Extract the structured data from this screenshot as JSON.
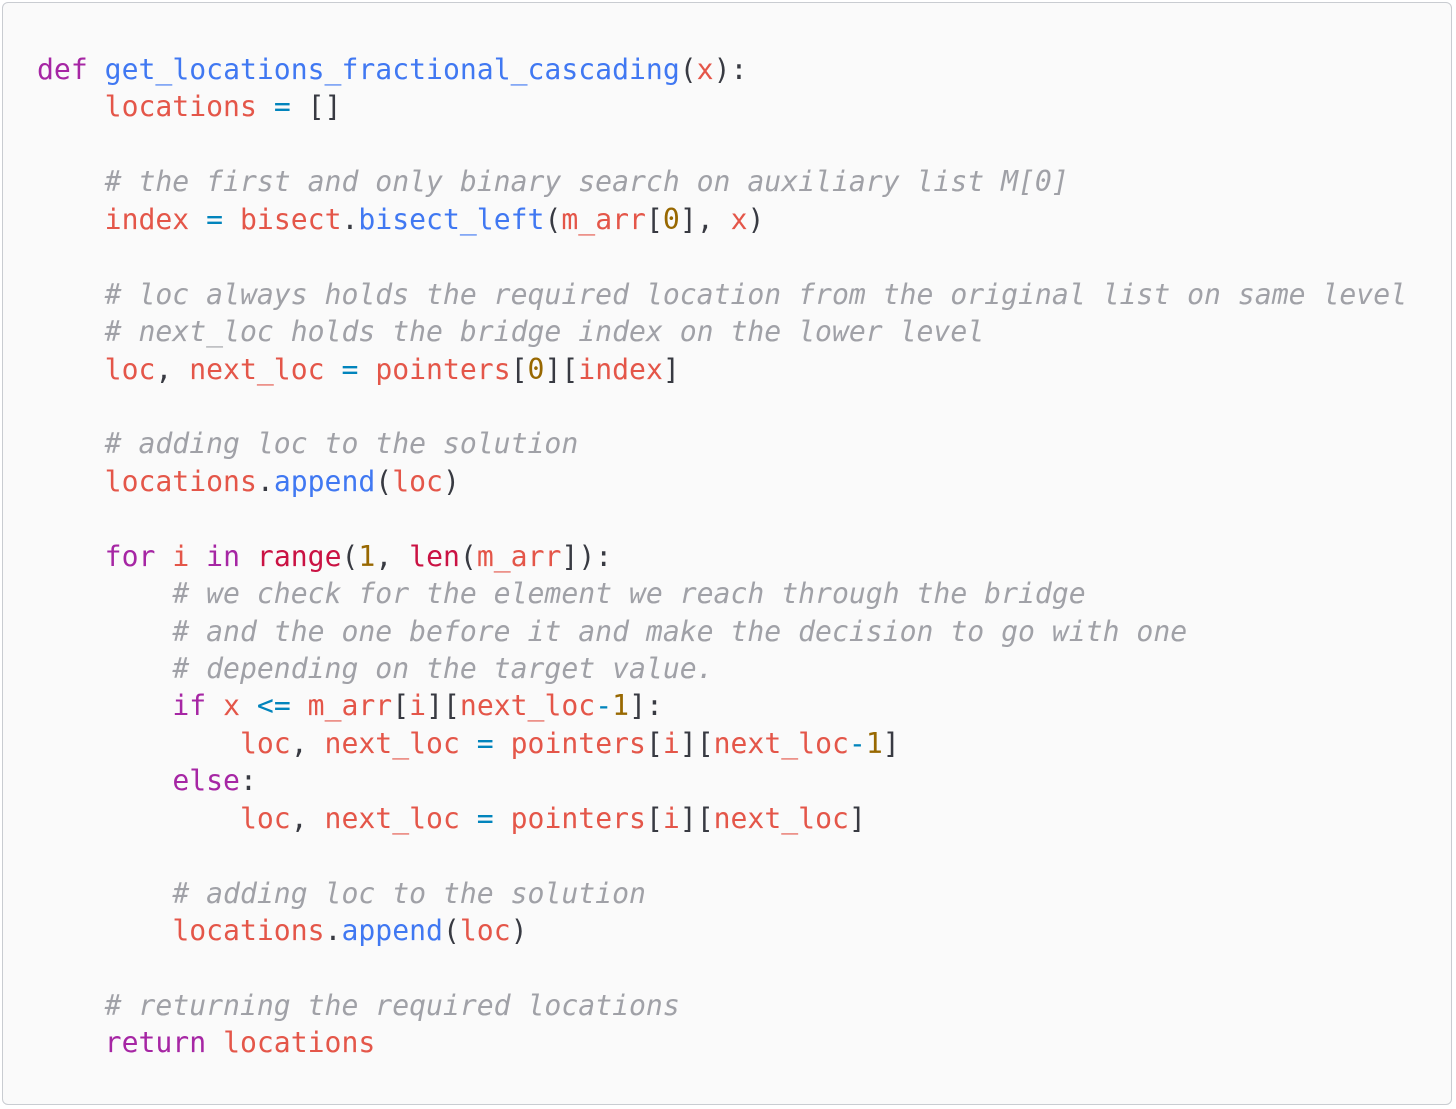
{
  "lines": [
    [
      [
        "k",
        "def"
      ],
      [
        "p",
        " "
      ],
      [
        "f",
        "get_locations_fractional_cascading"
      ],
      [
        "p",
        "("
      ],
      [
        "v",
        "x"
      ],
      [
        "p",
        "):"
      ]
    ],
    [
      [
        "p",
        "    "
      ],
      [
        "v",
        "locations"
      ],
      [
        "p",
        " "
      ],
      [
        "o",
        "="
      ],
      [
        "p",
        " []"
      ]
    ],
    [],
    [
      [
        "p",
        "    "
      ],
      [
        "c",
        "# the first and only binary search on auxiliary list M[0]"
      ]
    ],
    [
      [
        "p",
        "    "
      ],
      [
        "v",
        "index"
      ],
      [
        "p",
        " "
      ],
      [
        "o",
        "="
      ],
      [
        "p",
        " "
      ],
      [
        "v",
        "bisect"
      ],
      [
        "p",
        "."
      ],
      [
        "f",
        "bisect_left"
      ],
      [
        "p",
        "("
      ],
      [
        "v",
        "m_arr"
      ],
      [
        "p",
        "["
      ],
      [
        "n",
        "0"
      ],
      [
        "p",
        "], "
      ],
      [
        "v",
        "x"
      ],
      [
        "p",
        ")"
      ]
    ],
    [],
    [
      [
        "p",
        "    "
      ],
      [
        "c",
        "# loc always holds the required location from the original list on same level"
      ]
    ],
    [
      [
        "p",
        "    "
      ],
      [
        "c",
        "# next_loc holds the bridge index on the lower level"
      ]
    ],
    [
      [
        "p",
        "    "
      ],
      [
        "v",
        "loc"
      ],
      [
        "p",
        ", "
      ],
      [
        "v",
        "next_loc"
      ],
      [
        "p",
        " "
      ],
      [
        "o",
        "="
      ],
      [
        "p",
        " "
      ],
      [
        "v",
        "pointers"
      ],
      [
        "p",
        "["
      ],
      [
        "n",
        "0"
      ],
      [
        "p",
        "]["
      ],
      [
        "v",
        "index"
      ],
      [
        "p",
        "]"
      ]
    ],
    [],
    [
      [
        "p",
        "    "
      ],
      [
        "c",
        "# adding loc to the solution"
      ]
    ],
    [
      [
        "p",
        "    "
      ],
      [
        "v",
        "locations"
      ],
      [
        "p",
        "."
      ],
      [
        "f",
        "append"
      ],
      [
        "p",
        "("
      ],
      [
        "v",
        "loc"
      ],
      [
        "p",
        ")"
      ]
    ],
    [],
    [
      [
        "p",
        "    "
      ],
      [
        "k",
        "for"
      ],
      [
        "p",
        " "
      ],
      [
        "v",
        "i"
      ],
      [
        "p",
        " "
      ],
      [
        "k",
        "in"
      ],
      [
        "p",
        " "
      ],
      [
        "b",
        "range"
      ],
      [
        "p",
        "("
      ],
      [
        "n",
        "1"
      ],
      [
        "p",
        ", "
      ],
      [
        "b",
        "len"
      ],
      [
        "p",
        "("
      ],
      [
        "v",
        "m_arr"
      ],
      [
        "p",
        "]):"
      ]
    ],
    [
      [
        "p",
        "        "
      ],
      [
        "c",
        "# we check for the element we reach through the bridge"
      ]
    ],
    [
      [
        "p",
        "        "
      ],
      [
        "c",
        "# and the one before it and make the decision to go with one"
      ]
    ],
    [
      [
        "p",
        "        "
      ],
      [
        "c",
        "# depending on the target value."
      ]
    ],
    [
      [
        "p",
        "        "
      ],
      [
        "k",
        "if"
      ],
      [
        "p",
        " "
      ],
      [
        "v",
        "x"
      ],
      [
        "p",
        " "
      ],
      [
        "o",
        "<="
      ],
      [
        "p",
        " "
      ],
      [
        "v",
        "m_arr"
      ],
      [
        "p",
        "["
      ],
      [
        "v",
        "i"
      ],
      [
        "p",
        "]["
      ],
      [
        "v",
        "next_loc"
      ],
      [
        "o",
        "-"
      ],
      [
        "n",
        "1"
      ],
      [
        "p",
        "]:"
      ]
    ],
    [
      [
        "p",
        "            "
      ],
      [
        "v",
        "loc"
      ],
      [
        "p",
        ", "
      ],
      [
        "v",
        "next_loc"
      ],
      [
        "p",
        " "
      ],
      [
        "o",
        "="
      ],
      [
        "p",
        " "
      ],
      [
        "v",
        "pointers"
      ],
      [
        "p",
        "["
      ],
      [
        "v",
        "i"
      ],
      [
        "p",
        "]["
      ],
      [
        "v",
        "next_loc"
      ],
      [
        "o",
        "-"
      ],
      [
        "n",
        "1"
      ],
      [
        "p",
        "]"
      ]
    ],
    [
      [
        "p",
        "        "
      ],
      [
        "k",
        "else"
      ],
      [
        "p",
        ":"
      ]
    ],
    [
      [
        "p",
        "            "
      ],
      [
        "v",
        "loc"
      ],
      [
        "p",
        ", "
      ],
      [
        "v",
        "next_loc"
      ],
      [
        "p",
        " "
      ],
      [
        "o",
        "="
      ],
      [
        "p",
        " "
      ],
      [
        "v",
        "pointers"
      ],
      [
        "p",
        "["
      ],
      [
        "v",
        "i"
      ],
      [
        "p",
        "]["
      ],
      [
        "v",
        "next_loc"
      ],
      [
        "p",
        "]"
      ]
    ],
    [],
    [
      [
        "p",
        "        "
      ],
      [
        "c",
        "# adding loc to the solution"
      ]
    ],
    [
      [
        "p",
        "        "
      ],
      [
        "v",
        "locations"
      ],
      [
        "p",
        "."
      ],
      [
        "f",
        "append"
      ],
      [
        "p",
        "("
      ],
      [
        "v",
        "loc"
      ],
      [
        "p",
        ")"
      ]
    ],
    [],
    [
      [
        "p",
        "    "
      ],
      [
        "c",
        "# returning the required locations"
      ]
    ],
    [
      [
        "p",
        "    "
      ],
      [
        "k",
        "return"
      ],
      [
        "p",
        " "
      ],
      [
        "v",
        "locations"
      ]
    ]
  ]
}
